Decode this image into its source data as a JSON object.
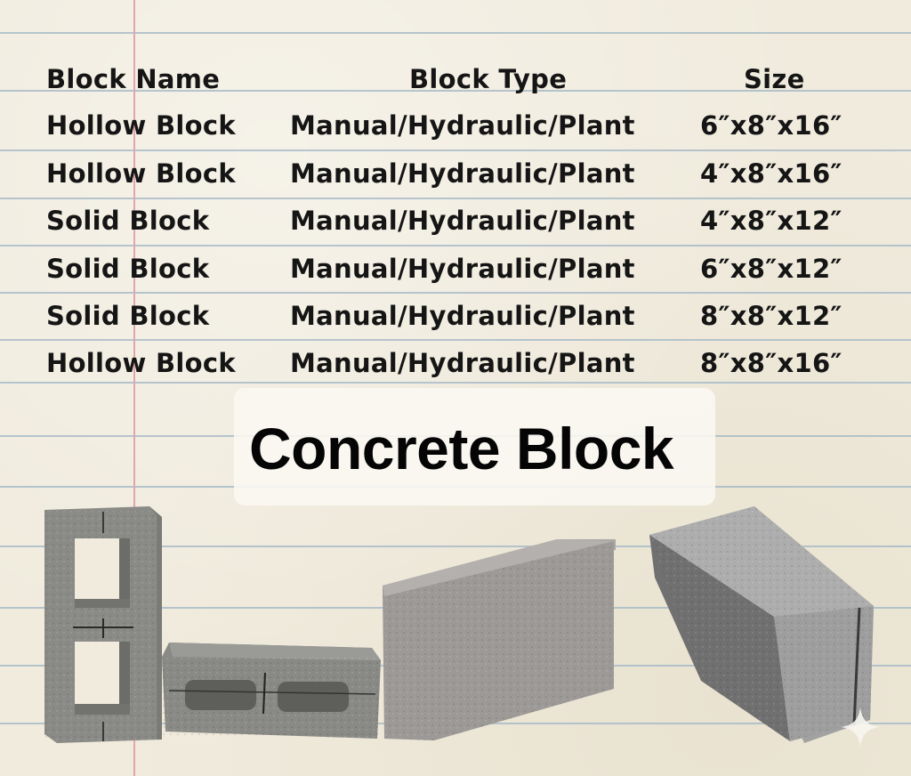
{
  "table": {
    "headers": {
      "name": "Block Name",
      "type": "Block Type",
      "size": "Size"
    },
    "rows": [
      {
        "name": "Hollow Block",
        "type": "Manual/Hydraulic/Plant",
        "size": "6″x8″x16″"
      },
      {
        "name": "Hollow Block",
        "type": "Manual/Hydraulic/Plant",
        "size": "4″x8″x16″"
      },
      {
        "name": "Solid Block",
        "type": "Manual/Hydraulic/Plant",
        "size": "4″x8″x12″"
      },
      {
        "name": "Solid Block",
        "type": "Manual/Hydraulic/Plant",
        "size": "6″x8″x12″"
      },
      {
        "name": "Solid Block",
        "type": "Manual/Hydraulic/Plant",
        "size": "8″x8″x12″"
      },
      {
        "name": "Hollow Block",
        "type": "Manual/Hydraulic/Plant",
        "size": "8″x8″x16″"
      }
    ]
  },
  "title": "Concrete Block",
  "images": {
    "block1": "hollow-block-upright",
    "block2": "hollow-block-lying",
    "block3": "solid-block",
    "block4": "solid-block-angled"
  },
  "colors": {
    "paper": "#f0ebdd",
    "rule": "#a9bcc8",
    "margin": "#e3a5ad",
    "text": "#151515"
  }
}
